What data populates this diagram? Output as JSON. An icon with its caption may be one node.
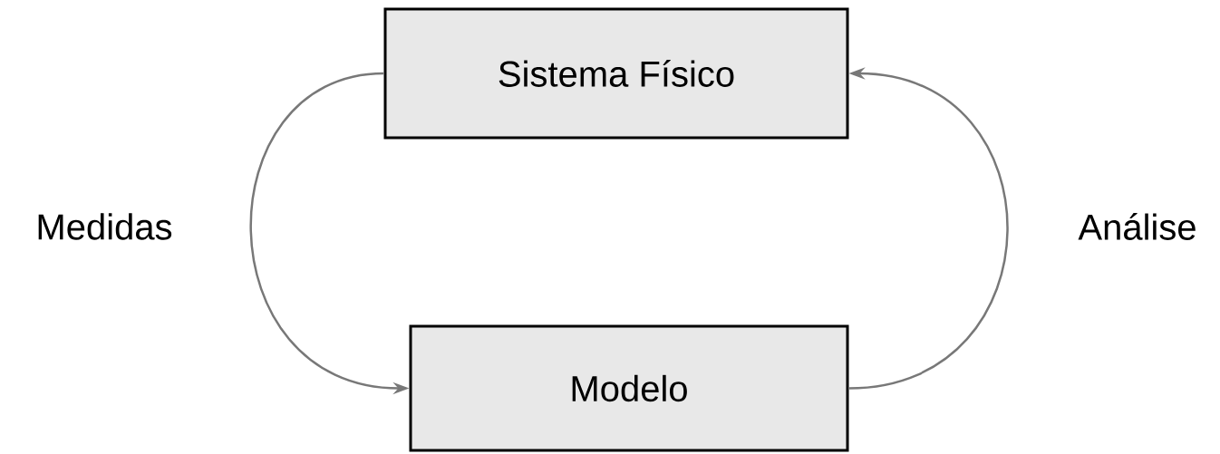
{
  "diagram": {
    "nodes": [
      {
        "text": [
          "Sistema Físico"
        ]
      },
      {
        "text": [
          "Modelo"
        ]
      }
    ],
    "edges": [
      {
        "from": 0,
        "to": 1,
        "arrow": "to",
        "label": "Medidas"
      },
      {
        "from": 1,
        "to": 0,
        "arrow": "to",
        "label": "Análise"
      }
    ]
  }
}
